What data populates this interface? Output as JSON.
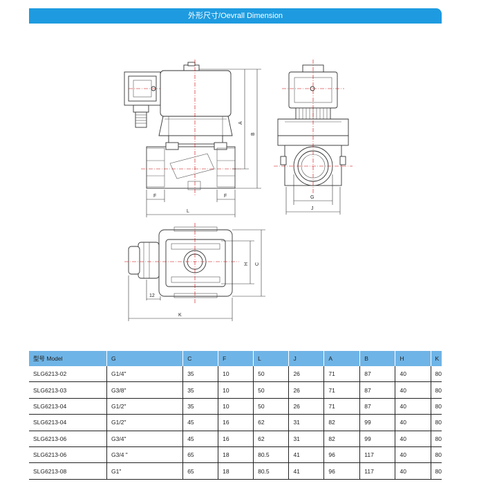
{
  "header": {
    "title": "外形尺寸/Oevrall Dimension"
  },
  "drawing": {
    "dims": {
      "A": "A",
      "B": "B",
      "F": "F",
      "L": "L",
      "G": "G",
      "J": "J",
      "H": "H",
      "C": "C",
      "K": "K",
      "twelve": "12"
    }
  },
  "table": {
    "columns": [
      "型号 Model",
      "G",
      "C",
      "F",
      "L",
      "J",
      "A",
      "B",
      "H",
      "K"
    ],
    "rows": [
      [
        "SLG6213-02",
        "G1/4\"",
        "35",
        "10",
        "50",
        "26",
        "71",
        "87",
        "40",
        "80"
      ],
      [
        "SLG6213-03",
        "G3/8\"",
        "35",
        "10",
        "50",
        "26",
        "71",
        "87",
        "40",
        "80"
      ],
      [
        "SLG6213-04",
        "G1/2\"",
        "35",
        "10",
        "50",
        "26",
        "71",
        "87",
        "40",
        "80"
      ],
      [
        "SLG6213-04",
        "G1/2\"",
        "45",
        "16",
        "62",
        "31",
        "82",
        "99",
        "40",
        "80"
      ],
      [
        "SLG6213-06",
        "G3/4\"",
        "45",
        "16",
        "62",
        "31",
        "82",
        "99",
        "40",
        "80"
      ],
      [
        "SLG6213-06",
        "G3/4 \"",
        "65",
        "18",
        "80.5",
        "41",
        "96",
        "117",
        "40",
        "80"
      ],
      [
        "SLG6213-08",
        "G1\"",
        "65",
        "18",
        "80.5",
        "41",
        "96",
        "117",
        "40",
        "80"
      ]
    ]
  }
}
